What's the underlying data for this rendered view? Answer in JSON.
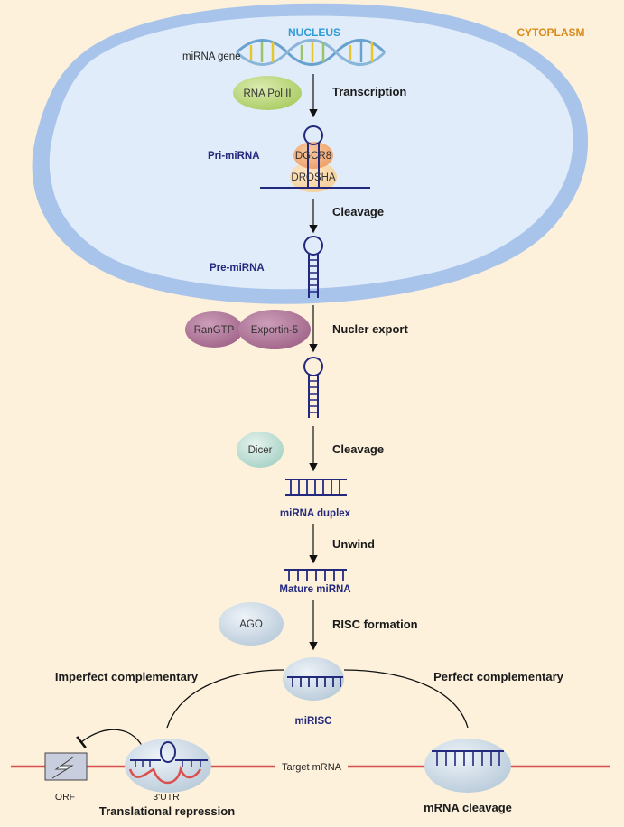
{
  "compartments": {
    "nucleus": "NUCLEUS",
    "cytoplasm": "CYTOPLASM"
  },
  "labels": {
    "mirna_gene": "miRNA gene",
    "pri_mirna": "Pri-miRNA",
    "pre_mirna": "Pre-miRNA",
    "mirna_duplex": "miRNA duplex",
    "mature_mirna": "Mature miRNA",
    "mirisc": "miRISC",
    "target_mrna": "Target mRNA",
    "orf": "ORF",
    "utr": "3'UTR"
  },
  "steps": {
    "transcription": "Transcription",
    "cleavage_1": "Cleavage",
    "export": "Nucler export",
    "cleavage_2": "Cleavage",
    "unwind": "Unwind",
    "risc": "RISC formation"
  },
  "enzymes": {
    "rna_pol": "RNA Pol II",
    "dgcr8": "DGCR8",
    "drosha": "DROSHA",
    "rangtp": "RanGTP",
    "exportin": "Exportin-5",
    "dicer": "Dicer",
    "ago": "AGO"
  },
  "outcomes": {
    "imperfect": "Imperfect complementary",
    "perfect": "Perfect complementary",
    "repression": "Translational repression",
    "cleavage": "mRNA cleavage"
  },
  "colors": {
    "background": "#fdf1dc",
    "nucleus_fill": "#e1ecfa",
    "nucleus_membrane": "#a9c4ea",
    "rna": "#232a7e",
    "mrna": "#d9514e",
    "nucleus_label": "#2e9bd6",
    "cytoplasm_label": "#d98b1a"
  }
}
